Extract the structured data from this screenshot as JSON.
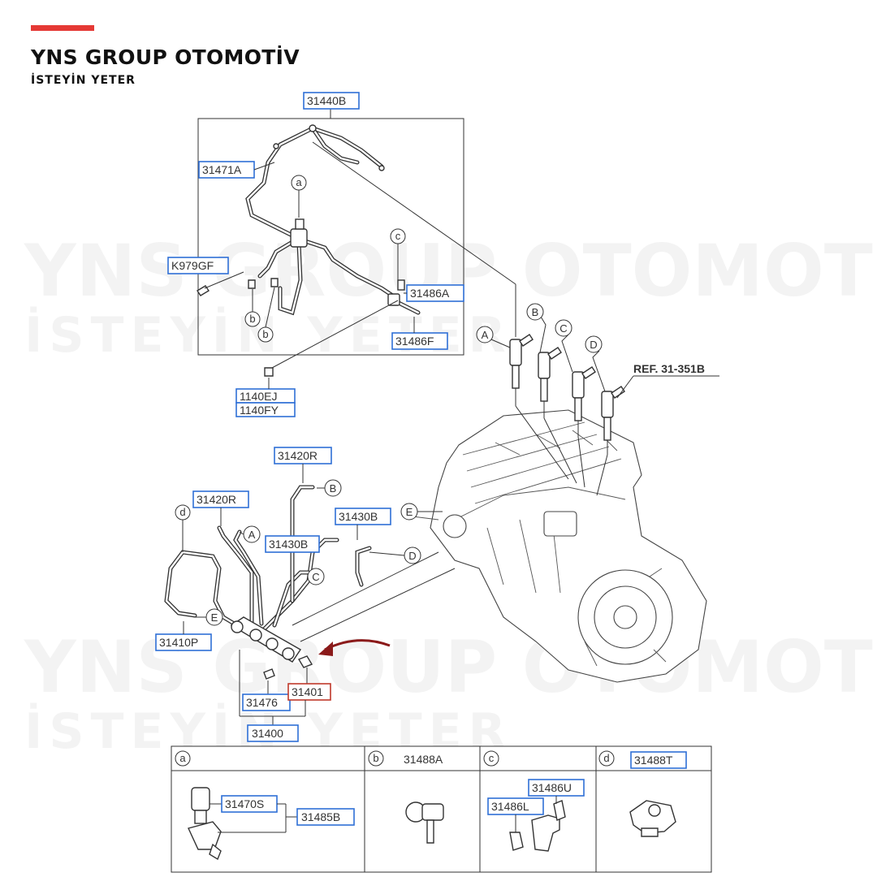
{
  "brand": {
    "name": "YNS GROUP OTOMOTİV",
    "tagline": "İSTEYİN YETER",
    "accent_color": "#e53935"
  },
  "watermark": {
    "name": "YNS GROUP OTOMOTİV",
    "tagline": "İSTEYİN YETER"
  },
  "diagram": {
    "part_labels": {
      "p31440B": "31440B",
      "p31471A": "31471A",
      "pK979GF": "K979GF",
      "p31486A": "31486A",
      "p31486F": "31486F",
      "p1140EJ": "1140EJ",
      "p1140FY": "1140FY",
      "ref": "REF. 31-351B",
      "p31420R_top": "31420R",
      "p31420R_left": "31420R",
      "p31430B_right": "31430B",
      "p31430B_mid": "31430B",
      "p31410P": "31410P",
      "p31476": "31476",
      "p31401": "31401",
      "p31400": "31400"
    },
    "callouts": {
      "a": "a",
      "b": "b",
      "c": "c",
      "d": "d",
      "A": "A",
      "B": "B",
      "C": "C",
      "D": "D",
      "E": "E"
    },
    "detail_table": {
      "cells": [
        {
          "key": "a",
          "header_label": "",
          "parts": [
            "31470S",
            "31485B"
          ]
        },
        {
          "key": "b",
          "header_label": "31488A",
          "parts": []
        },
        {
          "key": "c",
          "header_label": "",
          "parts": [
            "31486U",
            "31486L"
          ]
        },
        {
          "key": "d",
          "header_label": "31488T",
          "parts": []
        }
      ]
    },
    "highlight_color": "#c0392b",
    "label_border_color": "#2f6fd6"
  }
}
